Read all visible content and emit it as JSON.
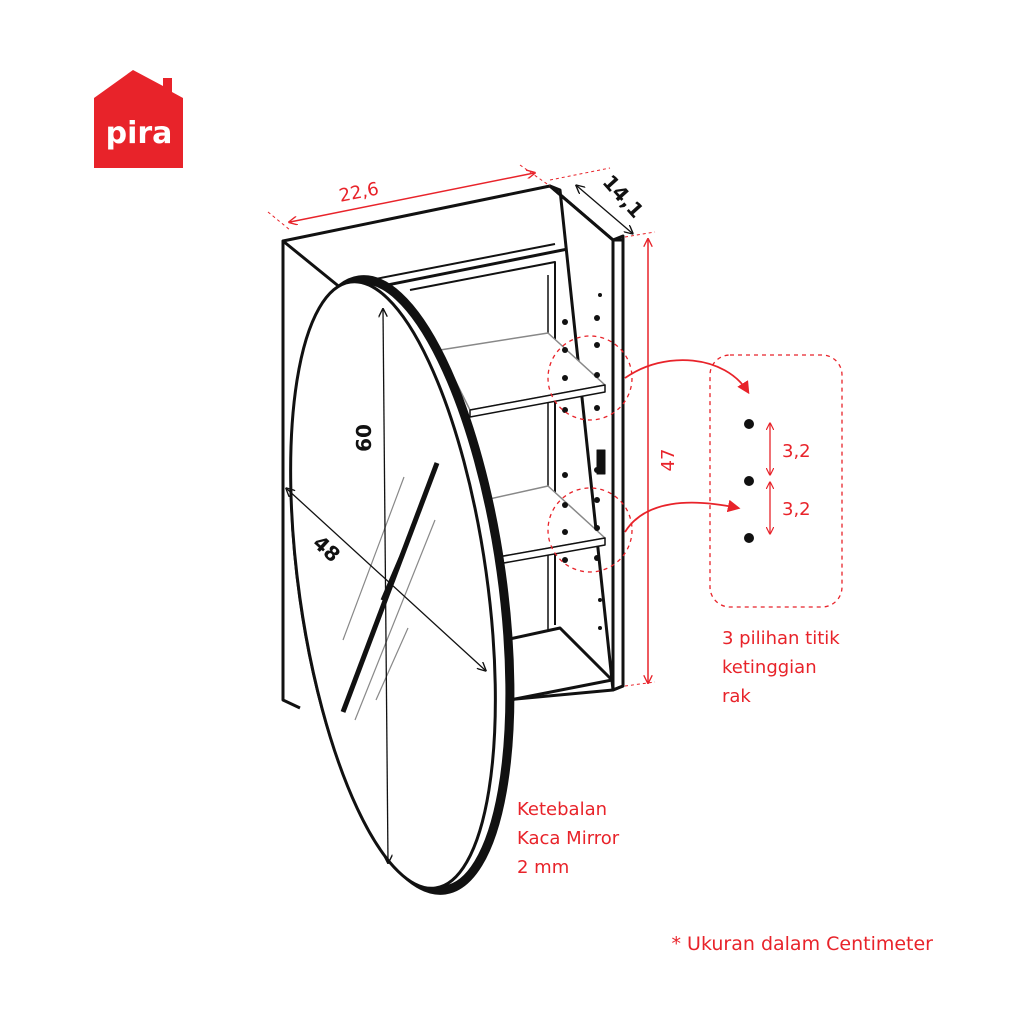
{
  "brand": {
    "name": "pira",
    "color": "#e8232a"
  },
  "dimensions": {
    "width": "22,6",
    "depth": "14,1",
    "height": "47",
    "mirror_height": "60",
    "mirror_width": "48",
    "shelf_gap_1": "3,2",
    "shelf_gap_2": "3,2"
  },
  "notes": {
    "shelf_lines": [
      "3 pilihan titik",
      "ketinggian",
      "rak"
    ],
    "mirror_lines": [
      "Ketebalan",
      "Kaca Mirror",
      "2 mm"
    ],
    "units": "* Ukuran dalam Centimeter"
  },
  "colors": {
    "accent": "#e8232a",
    "outline": "#111111"
  }
}
